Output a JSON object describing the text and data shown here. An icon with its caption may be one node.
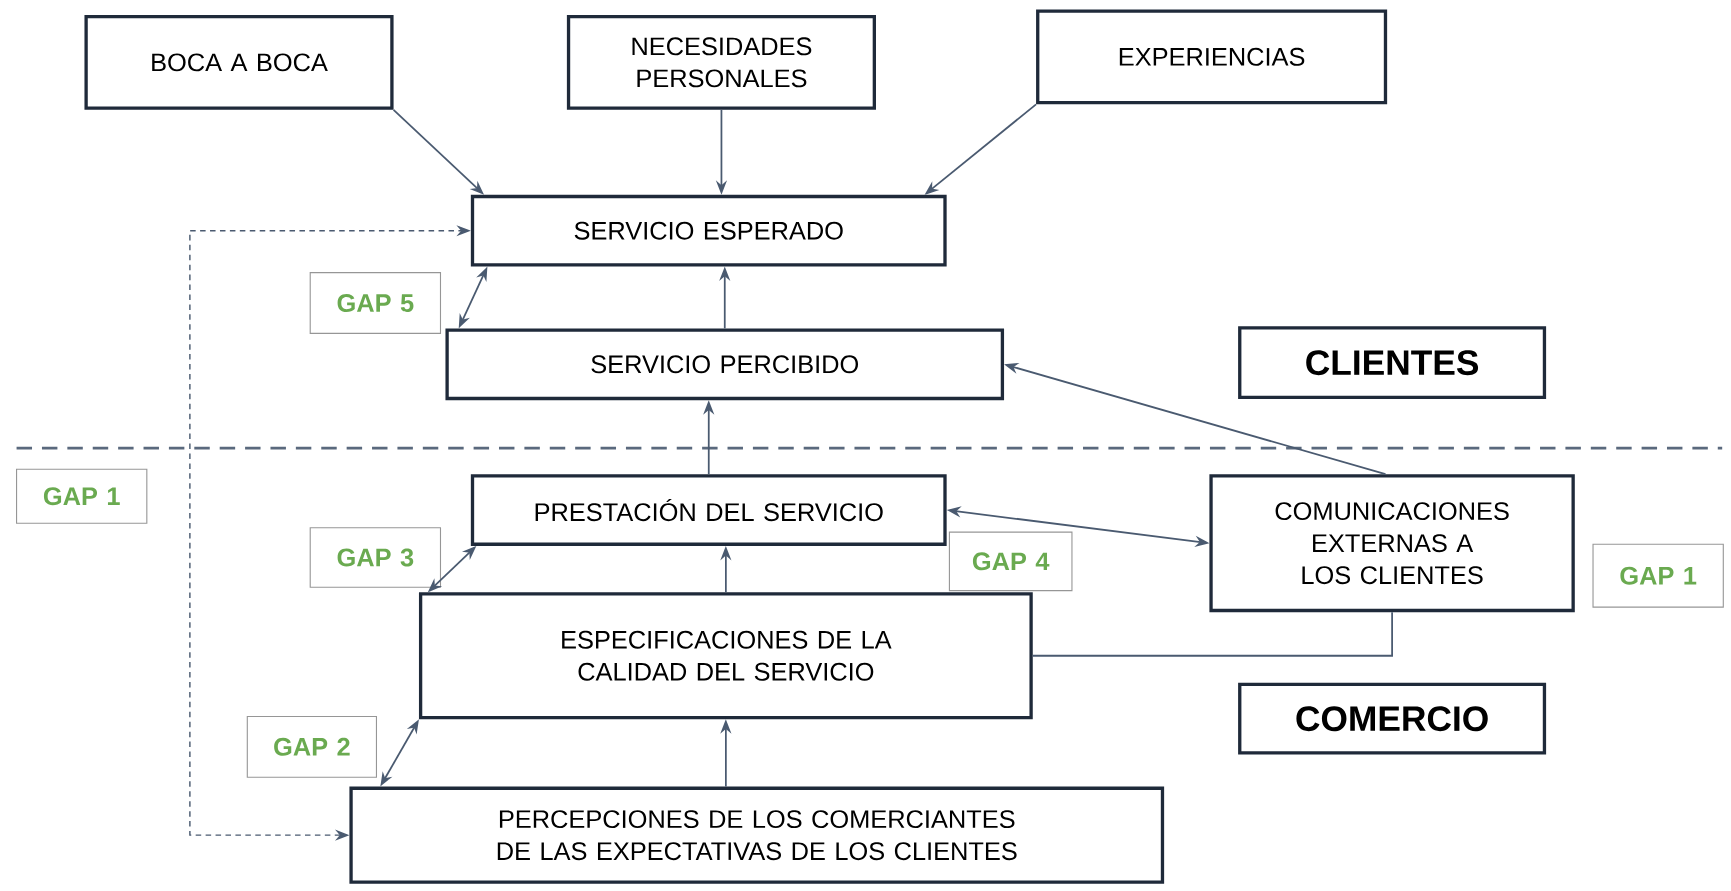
{
  "diagram": {
    "nodes": [
      {
        "text": [
          "BOCA A BOCA"
        ]
      },
      {
        "text": [
          "NECESIDADES PERSONALES"
        ]
      },
      {
        "text": [
          "EXPERIENCIAS"
        ]
      },
      {
        "text": [
          "SERVICIO ESPERADO"
        ]
      },
      {
        "text": [
          "GAP 5"
        ]
      },
      {
        "text": [
          "SERVICIO PERCIBIDO"
        ]
      },
      {
        "text": [
          "CLIENTES"
        ]
      },
      {
        "text": [
          "GAP 1"
        ]
      },
      {
        "text": [
          "PRESTACIÓN DEL SERVICIO"
        ]
      },
      {
        "text": [
          "COMUNICACIONES EXTERNAS A LOS CLIENTES"
        ]
      },
      {
        "text": [
          "GAP 3"
        ]
      },
      {
        "text": [
          "GAP 4"
        ]
      },
      {
        "text": [
          "GAP 1"
        ]
      },
      {
        "text": [
          "ESPECIFICACIONES DE LA CALIDAD DEL SERVICIO"
        ]
      },
      {
        "text": [
          "COMERCIO"
        ]
      },
      {
        "text": [
          "GAP 2"
        ]
      },
      {
        "text": [
          "PERCEPCIONES DE LOS COMERCIANTES DE LAS EXPECTATIVAS DE LOS CLIENTES"
        ]
      }
    ],
    "edges": [
      {
        "from": 0,
        "to": 3,
        "arrow": "to"
      },
      {
        "from": 1,
        "to": 3,
        "arrow": "to"
      },
      {
        "from": 2,
        "to": 3,
        "arrow": "to"
      },
      {
        "from": 5,
        "to": 3,
        "arrow": "to"
      },
      {
        "from": 5,
        "to": 3,
        "arrow": "both"
      },
      {
        "from": 8,
        "to": 5,
        "arrow": "to"
      },
      {
        "from": 9,
        "to": 5,
        "arrow": "to"
      },
      {
        "from": 8,
        "to": 9,
        "arrow": "both"
      },
      {
        "from": 13,
        "to": 8,
        "arrow": "to"
      },
      {
        "from": 13,
        "to": 8,
        "arrow": "both"
      },
      {
        "from": 13,
        "to": 9,
        "arrow": "none"
      },
      {
        "from": 16,
        "to": 13,
        "arrow": "to"
      },
      {
        "from": 16,
        "to": 13,
        "arrow": "both"
      },
      {
        "from": 16,
        "to": 3,
        "arrow": "both",
        "style": "dashed"
      }
    ]
  }
}
